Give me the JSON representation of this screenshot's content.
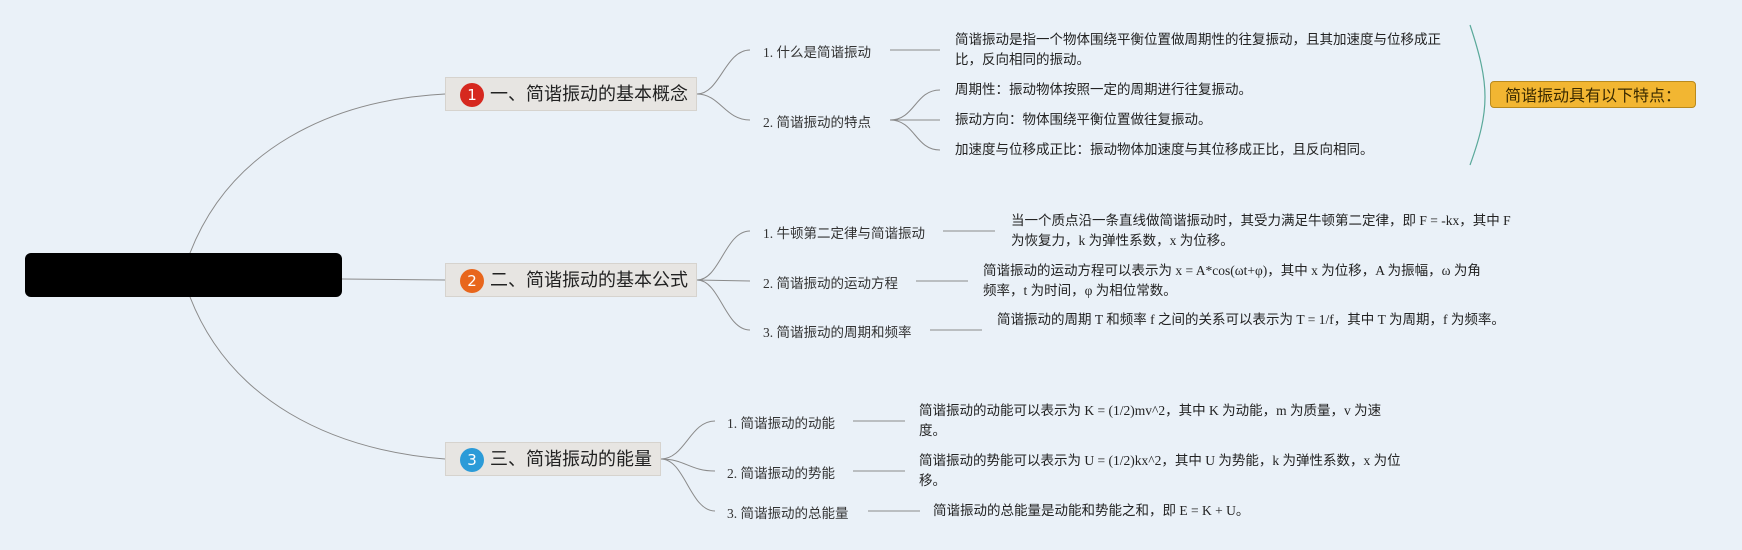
{
  "root": {
    "label": ""
  },
  "colors": {
    "badge_1": "#d6281f",
    "badge_2": "#e8661c",
    "badge_3": "#2b9bd8",
    "line": "#8a8a8a",
    "summary_fill": "#f2b632",
    "bracket": "#5aa99a"
  },
  "topics": [
    {
      "badge": "1",
      "title": "一、简谐振动的基本概念",
      "subs": [
        {
          "label": "1. 什么是简谐振动",
          "leaves": [
            "简谐振动是指一个物体围绕平衡位置做周期性的往复振动，且其加速度与位移成正比，反向相同的振动。"
          ]
        },
        {
          "label": "2. 简谐振动的特点",
          "leaves": [
            "周期性：振动物体按照一定的周期进行往复振动。",
            "振动方向：物体围绕平衡位置做往复振动。",
            "加速度与位移成正比：振动物体加速度与其位移成正比，且反向相同。"
          ]
        }
      ]
    },
    {
      "badge": "2",
      "title": "二、简谐振动的基本公式",
      "subs": [
        {
          "label": "1. 牛顿第二定律与简谐振动",
          "leaves": [
            "当一个质点沿一条直线做简谐振动时，其受力满足牛顿第二定律，即 F = -kx，其中 F 为恢复力，k 为弹性系数，x 为位移。"
          ]
        },
        {
          "label": "2. 简谐振动的运动方程",
          "leaves": [
            "简谐振动的运动方程可以表示为 x = A*cos(ωt+φ)，其中 x 为位移，A 为振幅，ω 为角频率，t 为时间，φ 为相位常数。"
          ]
        },
        {
          "label": "3. 简谐振动的周期和频率",
          "leaves": [
            "简谐振动的周期 T 和频率 f 之间的关系可以表示为 T = 1/f，其中 T 为周期，f 为频率。"
          ]
        }
      ]
    },
    {
      "badge": "3",
      "title": "三、简谐振动的能量",
      "subs": [
        {
          "label": "1. 简谐振动的动能",
          "leaves": [
            "简谐振动的动能可以表示为 K = (1/2)mv^2，其中 K 为动能，m 为质量，v 为速度。"
          ]
        },
        {
          "label": "2. 简谐振动的势能",
          "leaves": [
            "简谐振动的势能可以表示为 U = (1/2)kx^2，其中 U 为势能，k 为弹性系数，x 为位移。"
          ]
        },
        {
          "label": "3. 简谐振动的总能量",
          "leaves": [
            "简谐振动的总能量是动能和势能之和，即 E = K + U。"
          ]
        }
      ]
    }
  ],
  "summary": {
    "label": "简谐振动具有以下特点："
  }
}
